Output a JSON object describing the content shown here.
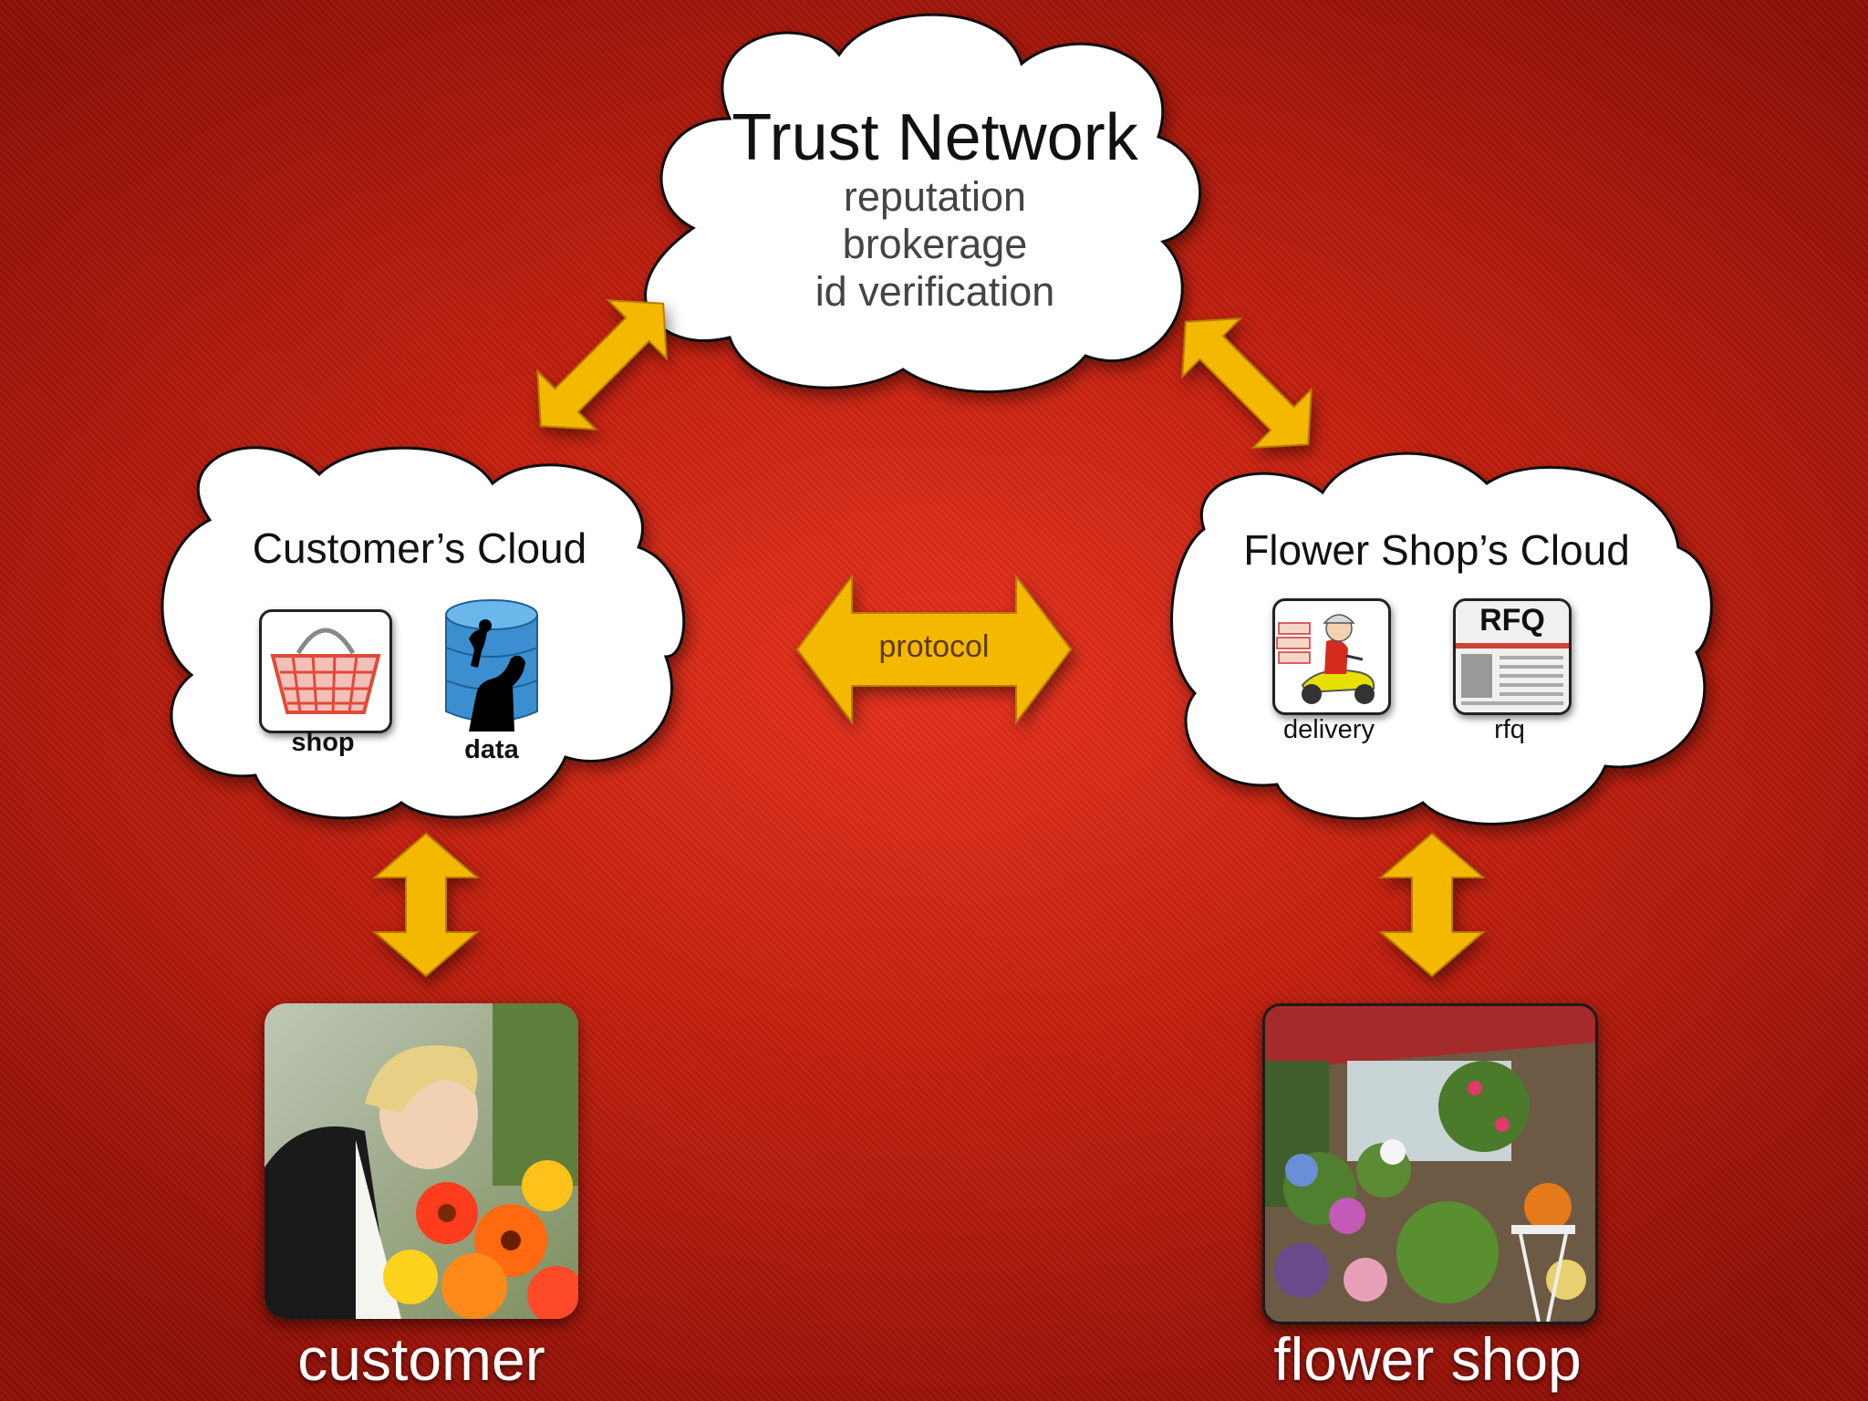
{
  "trust_network": {
    "title": "Trust Network",
    "lines": [
      "reputation",
      "brokerage",
      "id verification"
    ]
  },
  "customer_cloud": {
    "title": "Customer’s Cloud",
    "icons": [
      {
        "label": "shop",
        "icon": "basket-icon"
      },
      {
        "label": "data",
        "icon": "database-icon"
      }
    ]
  },
  "shop_cloud": {
    "title": "Flower Shop’s Cloud",
    "icons": [
      {
        "label": "delivery",
        "icon": "delivery-scooter-icon"
      },
      {
        "label": "rfq",
        "icon": "rfq-document-icon",
        "badge": "RFQ"
      }
    ]
  },
  "protocol_label": "protocol",
  "bottom": {
    "customer_label": "customer",
    "shop_label": "flower shop"
  },
  "colors": {
    "background": "#c4200f",
    "arrow": "#f5b800",
    "cloud": "#ffffff"
  }
}
